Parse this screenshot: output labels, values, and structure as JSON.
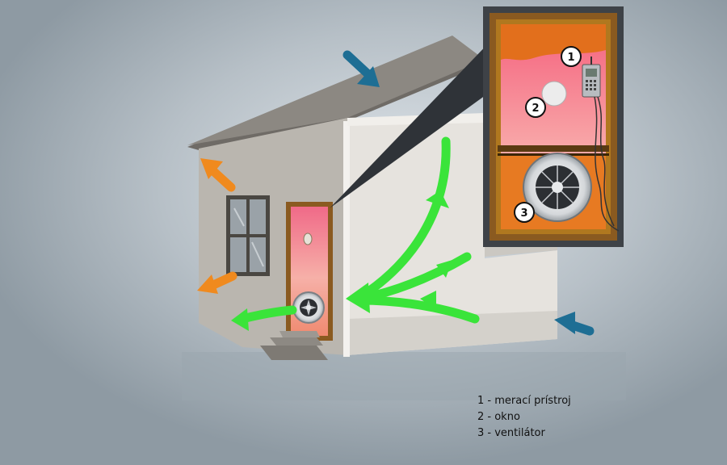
{
  "callouts": [
    {
      "number": "1",
      "name": "merací prístroj"
    },
    {
      "number": "2",
      "name": "okno"
    },
    {
      "number": "3",
      "name": "ventilátor"
    }
  ],
  "legend": [
    "1 - merací prístroj",
    "2 - okno",
    "3 - ventilátor"
  ],
  "colors": {
    "background": "#8e9aa3",
    "house_wall": "#bdb9b2",
    "roof": "#8a8680",
    "door_frame": "#8a5a20",
    "door_panel": "#f39a9e",
    "insulation": "#e07a20",
    "airflow_green": "#35e03a",
    "airflow_orange": "#f08a1e",
    "airflow_blue": "#1e6e94",
    "inset_frame": "#3e4247"
  },
  "icons": {
    "fan": "fan-icon",
    "gauge": "pressure-gauge-icon",
    "window": "window-icon"
  }
}
